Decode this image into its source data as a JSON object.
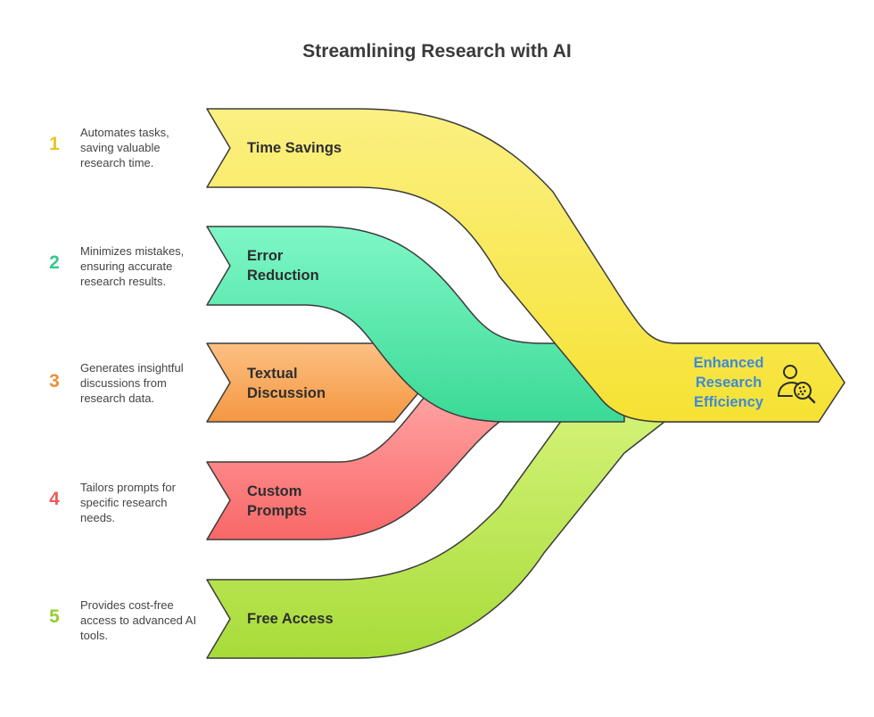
{
  "title": "Streamlining Research with AI",
  "colors": {
    "outline": "#3b3b3b",
    "target_blue": "#3f8ad6"
  },
  "items": [
    {
      "number": "1",
      "label": "Time Savings",
      "description": "Automates tasks, saving valuable research time.",
      "color_top": "#fbf082",
      "color_bottom": "#f6e233",
      "number_color": "#e8c51d"
    },
    {
      "number": "2",
      "label": "Error\nReduction",
      "description": "Minimizes mistakes, ensuring accurate research results.",
      "color_top": "#7ef7c6",
      "color_bottom": "#3bd996",
      "number_color": "#33c98b"
    },
    {
      "number": "3",
      "label": "Textual\nDiscussion",
      "description": "Generates insightful discussions from research data.",
      "color_top": "#fcc083",
      "color_bottom": "#f59741",
      "number_color": "#ee8f3a"
    },
    {
      "number": "4",
      "label": "Custom\nPrompts",
      "description": "Tailors prompts for specific research needs.",
      "color_top": "#ffa3a3",
      "color_bottom": "#f96767",
      "number_color": "#ec5a5a"
    },
    {
      "number": "5",
      "label": "Free Access",
      "description": "Provides cost-free access to advanced AI tools.",
      "color_top": "#d8f47c",
      "color_bottom": "#a7dc3a",
      "number_color": "#98cc33"
    }
  ],
  "target": {
    "label": "Enhanced\nResearch\nEfficiency",
    "icon": "researcher-magnifier-icon",
    "color_top": "#fdf05a",
    "color_bottom": "#fbe21a"
  }
}
